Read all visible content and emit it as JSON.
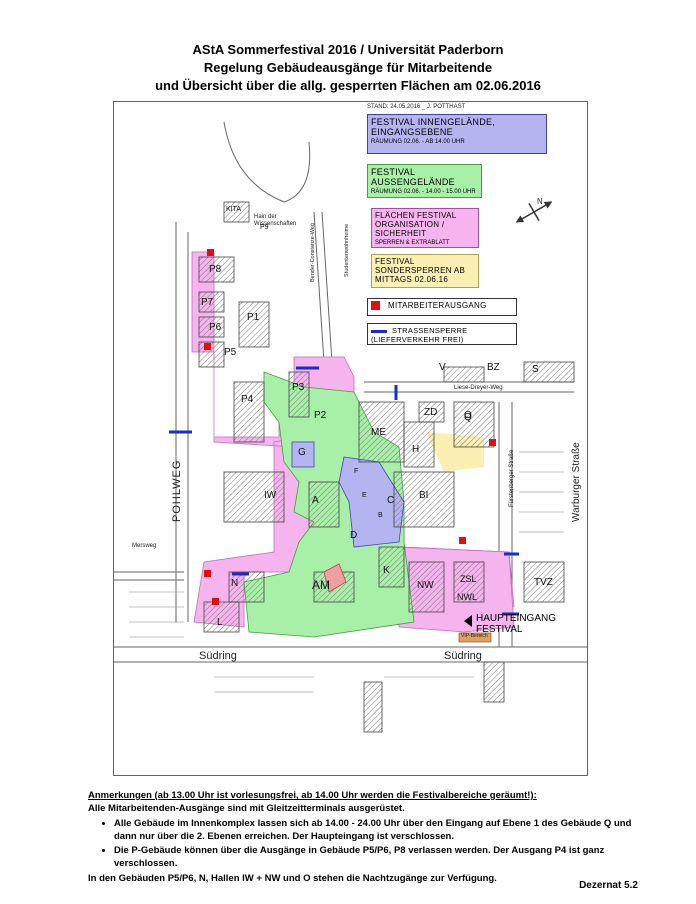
{
  "title": {
    "line1": "AStA Sommerfestival 2016 / Universität Paderborn",
    "line2": "Regelung Gebäudeausgänge für Mitarbeitende",
    "line3": "und Übersicht über die allg. gesperrten Flächen am 02.06.2016"
  },
  "map": {
    "stand": "STAND:  24.05.2016  _ J. POTTHAST",
    "legend": {
      "innen": {
        "title": "FESTIVAL INNENGELÄNDE, EINGANGSEBENE",
        "sub": "RÄUMUNG 02.06. - AB 14.00 UHR",
        "color": "#b4b4f0"
      },
      "aussen": {
        "title": "FESTIVAL AUSSENGELÄNDE",
        "sub": "RÄUMUNG 02.06. -   14.00 - 15.00 UHR",
        "color": "#a8f0a8"
      },
      "orga": {
        "title": "FLÄCHEN FESTIVAL ORGANISATION / SICHERHEIT",
        "sub": "SPERREN  &  EXTRABLATT",
        "color": "#f5b4ee"
      },
      "sonder": {
        "title": "FESTIVAL SONDERSPERREN AB MITTAGS 02.06.16",
        "color": "#faf0b4"
      },
      "ausgang": {
        "title": "MITARBEITERAUSGANG",
        "color": "#e01010"
      },
      "sperre": {
        "title": "STRASSENSPERRE (LIEFERVERKEHR FREI)",
        "color": "#1a2ad0"
      }
    },
    "streets": {
      "pohlweg": "POHLWEG",
      "suedring1": "Südring",
      "suedring2": "Südring",
      "warburger": "Warburger Straße",
      "liese": "Liese-Dreyer-Weg",
      "fuerstenberg": "Fürstenberger Straße",
      "hain": "Hain der Wissenschaften",
      "bender": "Bender-Constanze-Weg",
      "studenten": "Studentenwohnheime",
      "mersweg": "Mersweg"
    },
    "buildings": [
      "P9",
      "P8",
      "P7",
      "P6",
      "P5",
      "P1",
      "P3",
      "P4",
      "P2",
      "G",
      "IW",
      "A",
      "ME",
      "H",
      "BI",
      "C",
      "D",
      "K",
      "N",
      "AM",
      "L",
      "NW",
      "ZSL",
      "NWL",
      "TVZ",
      "O",
      "Q",
      "ZD",
      "S",
      "V",
      "BZ",
      "KITA",
      "E",
      "F",
      "B"
    ],
    "haupteingang": "HAUPTEINGANG FESTIVAL",
    "vip": "VIP-Bereich",
    "compass": "N"
  },
  "notes": {
    "heading": "Anmerkungen (ab 13.00 Uhr ist vorlesungsfrei, ab 14.00 Uhr werden die Festivalbereiche geräumt!):",
    "line1": "Alle Mitarbeitenden-Ausgänge sind mit Gleitzeitterminals ausgerüstet.",
    "bullet1": "Alle Gebäude im Innenkomplex lassen sich ab 14.00 - 24.00 Uhr über den Eingang auf Ebene 1 des Gebäude Q und dann nur über die 2. Ebenen erreichen. Der Haupteingang ist verschlossen.",
    "bullet2": "Die P-Gebäude können über die Ausgänge in Gebäude P5/P6, P8 verlassen werden. Der Ausgang P4 ist ganz verschlossen.",
    "line2": "In den Gebäuden P5/P6, N, Hallen IW + NW und O stehen die Nachtzugänge zur Verfügung.",
    "footer": "Dezernat 5.2"
  }
}
